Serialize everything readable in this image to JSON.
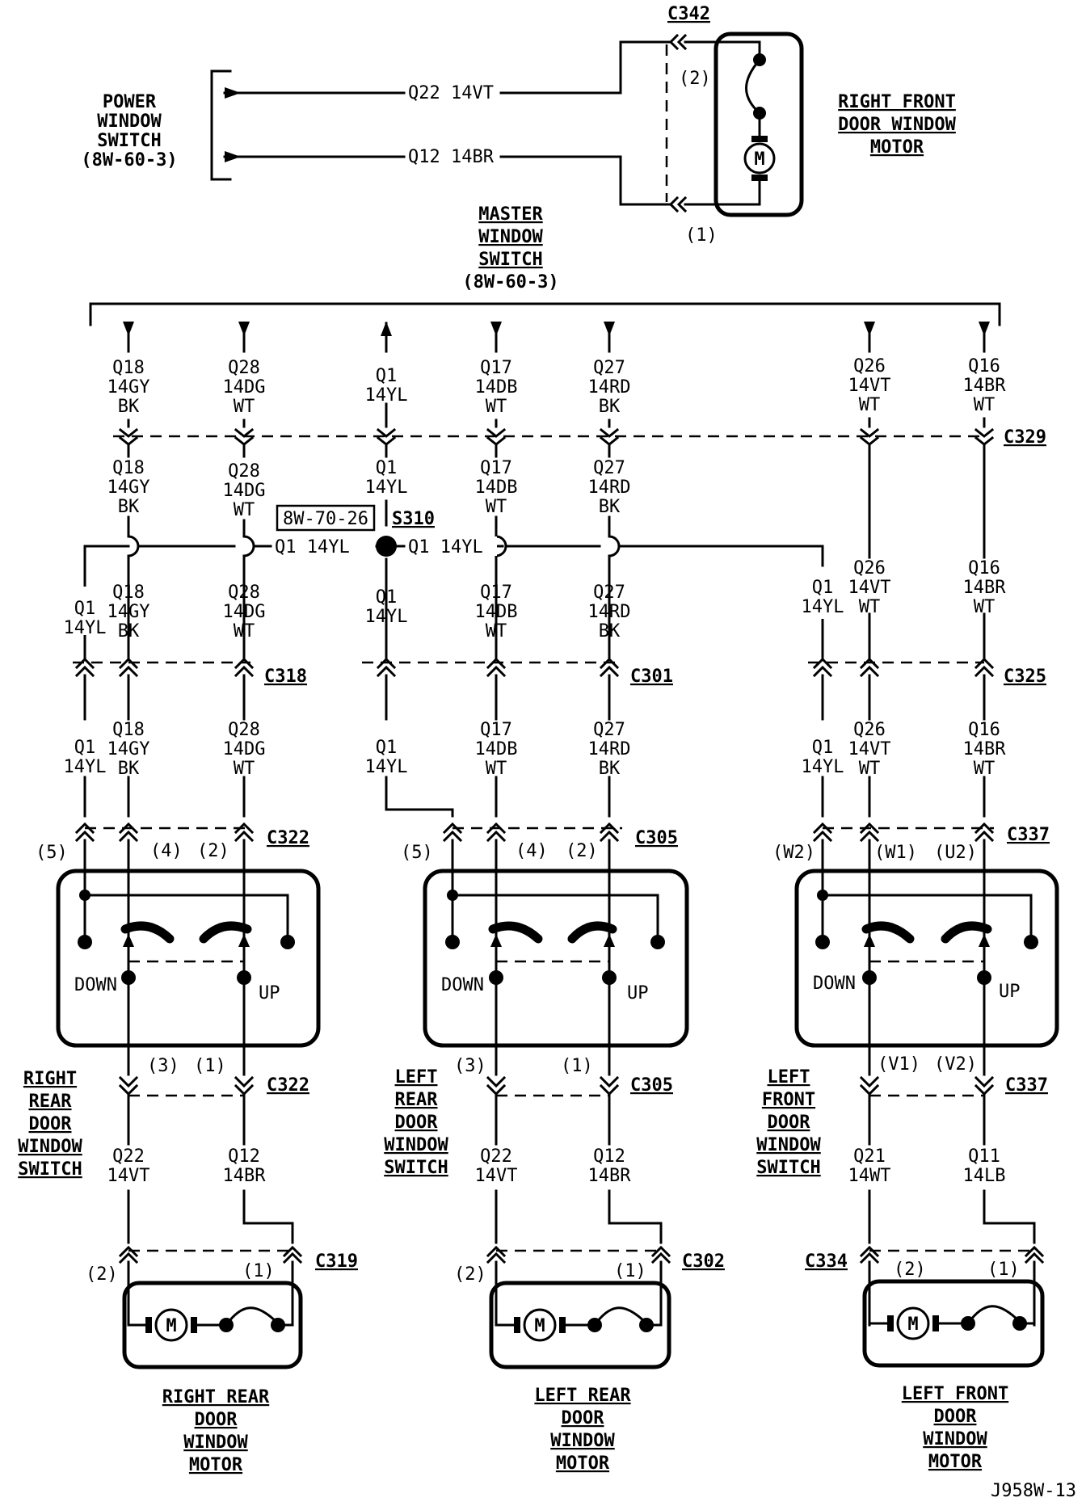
{
  "power_window_switch": {
    "lines": [
      "POWER",
      "WINDOW",
      "SWITCH",
      "(8W-60-3)"
    ]
  },
  "right_front_motor": {
    "lines": [
      "RIGHT FRONT",
      "DOOR WINDOW",
      "MOTOR"
    ]
  },
  "master_switch": {
    "lines": [
      "MASTER",
      "WINDOW",
      "SWITCH",
      "(8W-60-3)"
    ]
  },
  "rf_wires": {
    "top": "Q22 14VT",
    "bottom": "Q12 14BR"
  },
  "connectors": {
    "c342": "C342",
    "c329": "C329",
    "c318": "C318",
    "c301": "C301",
    "c325": "C325",
    "c322": "C322",
    "c305": "C305",
    "c337": "C337",
    "c319": "C319",
    "c302": "C302",
    "c334": "C334",
    "s310": "S310"
  },
  "ref_box": "8W-70-26",
  "splice_wire": "Q1 14YL",
  "top_wires": [
    {
      "a": "Q18",
      "b": "14GY",
      "c": "BK"
    },
    {
      "a": "Q28",
      "b": "14DG",
      "c": "WT"
    },
    {
      "a": "Q1",
      "b": "14YL",
      "c": ""
    },
    {
      "a": "Q17",
      "b": "14DB",
      "c": "WT"
    },
    {
      "a": "Q27",
      "b": "14RD",
      "c": "BK"
    },
    {
      "a": "Q26",
      "b": "14VT",
      "c": "WT"
    },
    {
      "a": "Q16",
      "b": "14BR",
      "c": "WT"
    }
  ],
  "q1": {
    "a": "Q1",
    "b": "14YL"
  },
  "pins": {
    "p1": "(1)",
    "p2": "(2)",
    "p3": "(3)",
    "p4": "(4)",
    "p5": "(5)",
    "w1": "(W1)",
    "w2": "(W2)",
    "u2": "(U2)",
    "v1": "(V1)",
    "v2": "(V2)"
  },
  "switch_labels": {
    "down": "DOWN",
    "up": "UP"
  },
  "switch_names": {
    "right_rear": [
      "RIGHT",
      "REAR",
      "DOOR",
      "WINDOW",
      "SWITCH"
    ],
    "left_rear": [
      "LEFT",
      "REAR",
      "DOOR",
      "WINDOW",
      "SWITCH"
    ],
    "left_front": [
      "LEFT",
      "FRONT",
      "DOOR",
      "WINDOW",
      "SWITCH"
    ]
  },
  "motor_wires": {
    "rr": {
      "a1": "Q22",
      "b1": "14VT",
      "a2": "Q12",
      "b2": "14BR"
    },
    "lr": {
      "a1": "Q22",
      "b1": "14VT",
      "a2": "Q12",
      "b2": "14BR"
    },
    "lf": {
      "a1": "Q21",
      "b1": "14WT",
      "a2": "Q11",
      "b2": "14LB"
    }
  },
  "motor_names": {
    "right_rear": [
      "RIGHT REAR",
      "DOOR",
      "WINDOW",
      "MOTOR"
    ],
    "left_rear": [
      "LEFT REAR",
      "DOOR",
      "WINDOW",
      "MOTOR"
    ],
    "left_front": [
      "LEFT FRONT",
      "DOOR",
      "WINDOW",
      "MOTOR"
    ]
  },
  "motor_symbol": "M",
  "figure_id": "J958W-13"
}
